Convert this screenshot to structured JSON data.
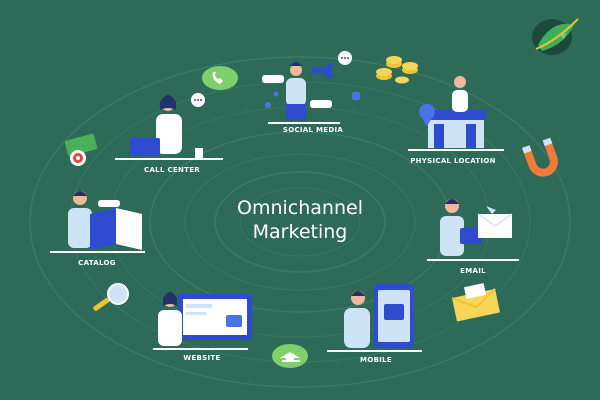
{
  "diagram": {
    "title_line1": "Omnichannel",
    "title_line2": "Marketing",
    "channels": {
      "social_media": "SOCIAL MEDIA",
      "call_center": "CALL CENTER",
      "physical_location": "PHYSICAL LOCATION",
      "catalog": "CATALOG",
      "email": "EMAIL",
      "website": "WEBSITE",
      "mobile": "MOBILE"
    }
  },
  "colors": {
    "background": "#2d6b58",
    "accent_blue": "#2f4bd0",
    "skin": "#f2b89a",
    "light_blue": "#cfe3f6"
  },
  "icons": [
    "phone-icon",
    "coin-stack-icon",
    "magnet-icon",
    "money-target-icon",
    "magnifier-icon",
    "envelope-icon",
    "delivery-truck-icon",
    "leaf-logo-icon"
  ]
}
